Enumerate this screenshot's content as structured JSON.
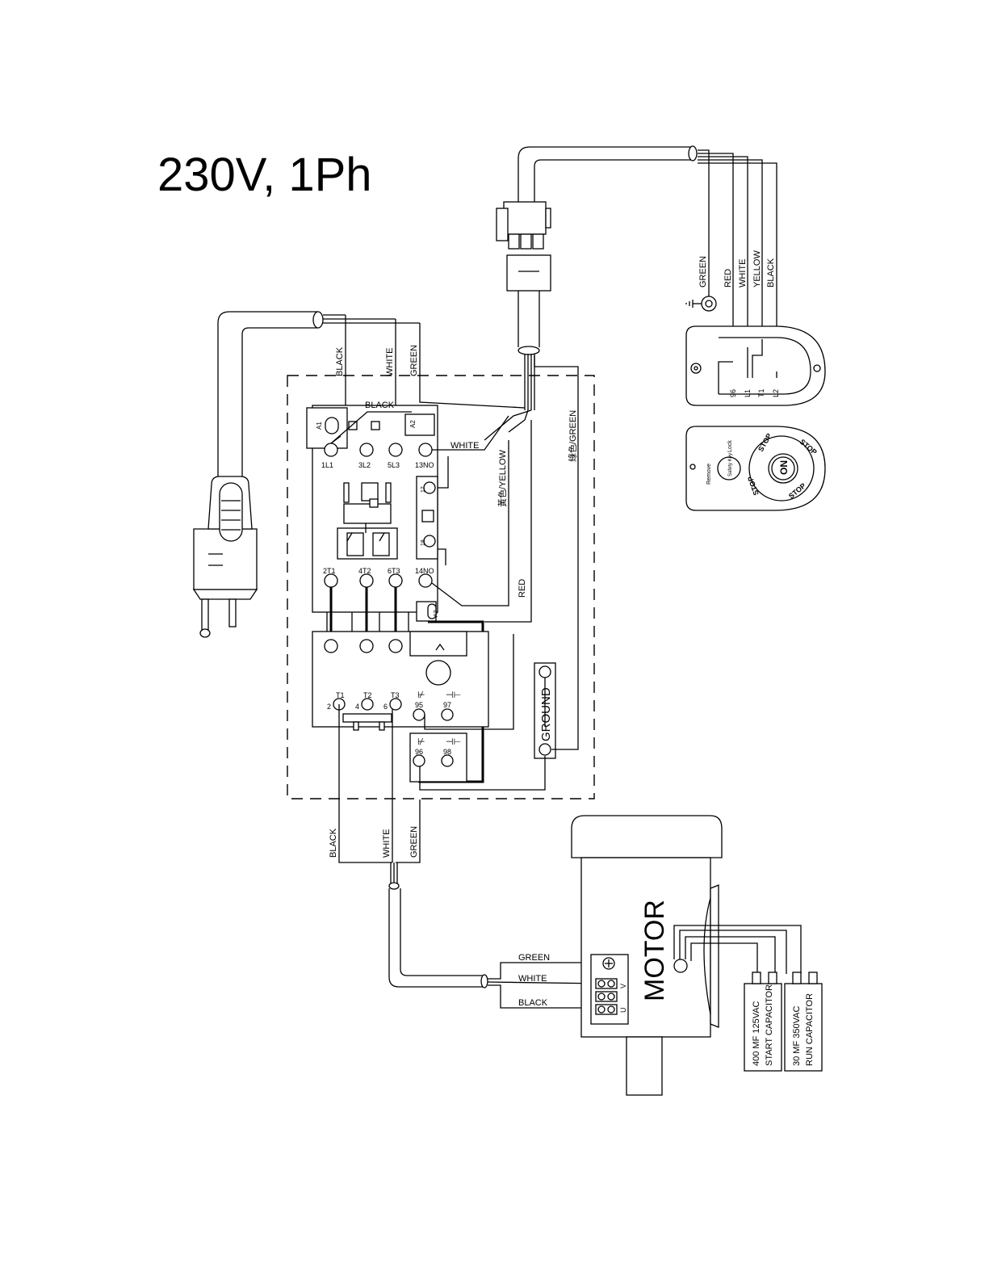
{
  "title": "230V, 1Ph",
  "incoming_power": {
    "wires": [
      "BLACK",
      "WHITE",
      "GREEN"
    ],
    "jumper_label": "BLACK"
  },
  "contactor": {
    "coil_terminals": [
      "A1",
      "A2"
    ],
    "top_terminals": [
      "1L1",
      "3L2",
      "5L3",
      "13NO"
    ],
    "aux_terminals": [
      "17",
      "18"
    ],
    "bottom_terminals": [
      "2T1",
      "4T2",
      "6T3",
      "14NO"
    ],
    "coil_bottom": "A2",
    "white_label": "WHITE"
  },
  "overload": {
    "top_labels": [
      "T1",
      "T2",
      "T3"
    ],
    "side_numbers": [
      "2",
      "4",
      "6"
    ],
    "contacts": [
      "95",
      "97",
      "96",
      "98"
    ]
  },
  "switch_wires": {
    "yellow_label": "黃色/YELLOW",
    "green_label": "綠色/GREEN",
    "red_label": "RED",
    "ground_label": "GROUND"
  },
  "remote_cable": {
    "wires": [
      "GREEN",
      "RED",
      "WHITE",
      "YELLOW",
      "BLACK"
    ]
  },
  "switch_back": {
    "terminals": [
      "96",
      "L1",
      "T1",
      "L2"
    ]
  },
  "switch_front": {
    "remove_label": "Remove",
    "safety_key_label": "Safety Key",
    "lock_label": "Lock",
    "on_label": "ON",
    "stop_label": "STOP"
  },
  "motor_cable": {
    "wires": [
      "BLACK",
      "WHITE",
      "GREEN"
    ]
  },
  "motor_junction": {
    "wires": [
      "GREEN",
      "WHITE",
      "BLACK"
    ],
    "terminal_labels": [
      "V",
      "U"
    ]
  },
  "motor": {
    "label": "MOTOR"
  },
  "capacitors": [
    {
      "line1": "400 MF 125VAC",
      "line2": "START CAPACITOR"
    },
    {
      "line1": "30 MF 350VAC",
      "line2": "RUN CAPACITOR"
    }
  ]
}
